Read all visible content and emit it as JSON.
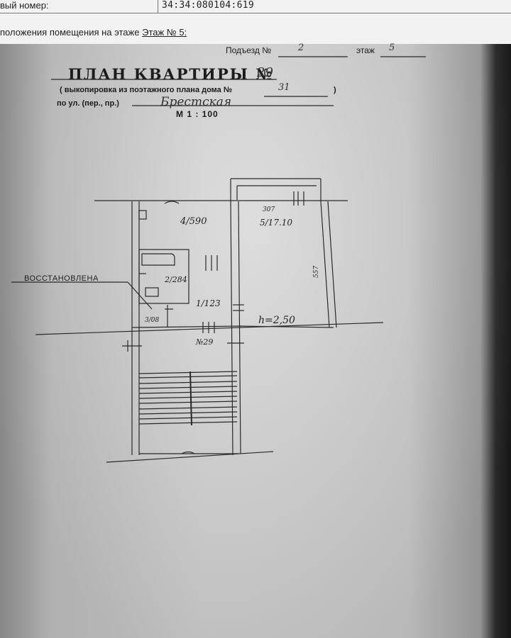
{
  "form": {
    "cadastral_label": "вый номер:",
    "cadastral_value": "34:34:080104:619",
    "floor_location_label": "положения помещения на этаже",
    "floor_location_value": "Этаж № 5:"
  },
  "plan": {
    "entrance_label": "Подъезд №",
    "entrance_value": "2",
    "floor_label": "этаж",
    "floor_value": "5",
    "title": "ПЛАН КВАРТИРЫ №",
    "apartment_no": "29",
    "subtitle": "( выкопировка из поэтажного плана дома №",
    "house_no": "31",
    "subtitle_close": ")",
    "street_label": "по ул. (пер., пр.)",
    "street_value": "Брестская",
    "scale": "М 1 : 100",
    "note": "ВОССТАНОВЛЕНА",
    "labels": {
      "room4": "4/590",
      "room5": "5/17.10",
      "room2": "2/284",
      "room1": "1/123",
      "room3": "3/08",
      "dim_top": "307",
      "dim_side": "557",
      "height": "h=2,50",
      "apt": "№29"
    }
  }
}
